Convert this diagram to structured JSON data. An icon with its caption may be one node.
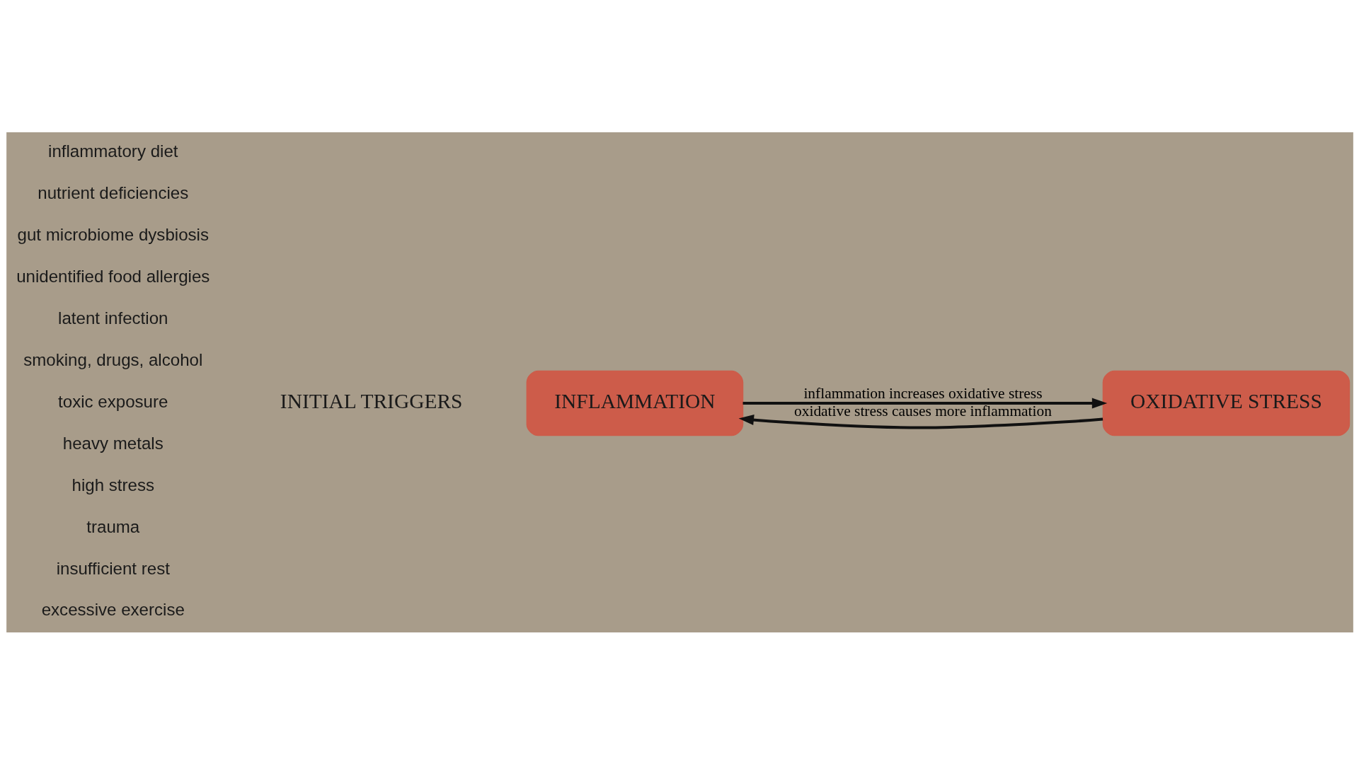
{
  "diagram": {
    "nodes": [
      {
        "text": [
          "INFLAMMATION"
        ]
      },
      {
        "text": [
          "OXIDATIVE STRESS"
        ]
      }
    ],
    "edges": [
      {
        "from": 0,
        "to": 1,
        "arrow": "to",
        "label": "inflammation increases oxidative stress"
      },
      {
        "from": 1,
        "to": 0,
        "arrow": "to",
        "label": "oxidative stress causes more inflammation"
      }
    ],
    "labels": [
      "inflammatory diet",
      "nutrient deficiencies",
      "gut microbiome dysbiosis",
      "unidentified food allergies",
      "latent infection",
      "smoking, drugs, alcohol",
      "toxic exposure",
      "heavy metals",
      "high stress",
      "trauma",
      "insufficient rest",
      "excessive exercise",
      "INITIAL TRIGGERS"
    ]
  }
}
